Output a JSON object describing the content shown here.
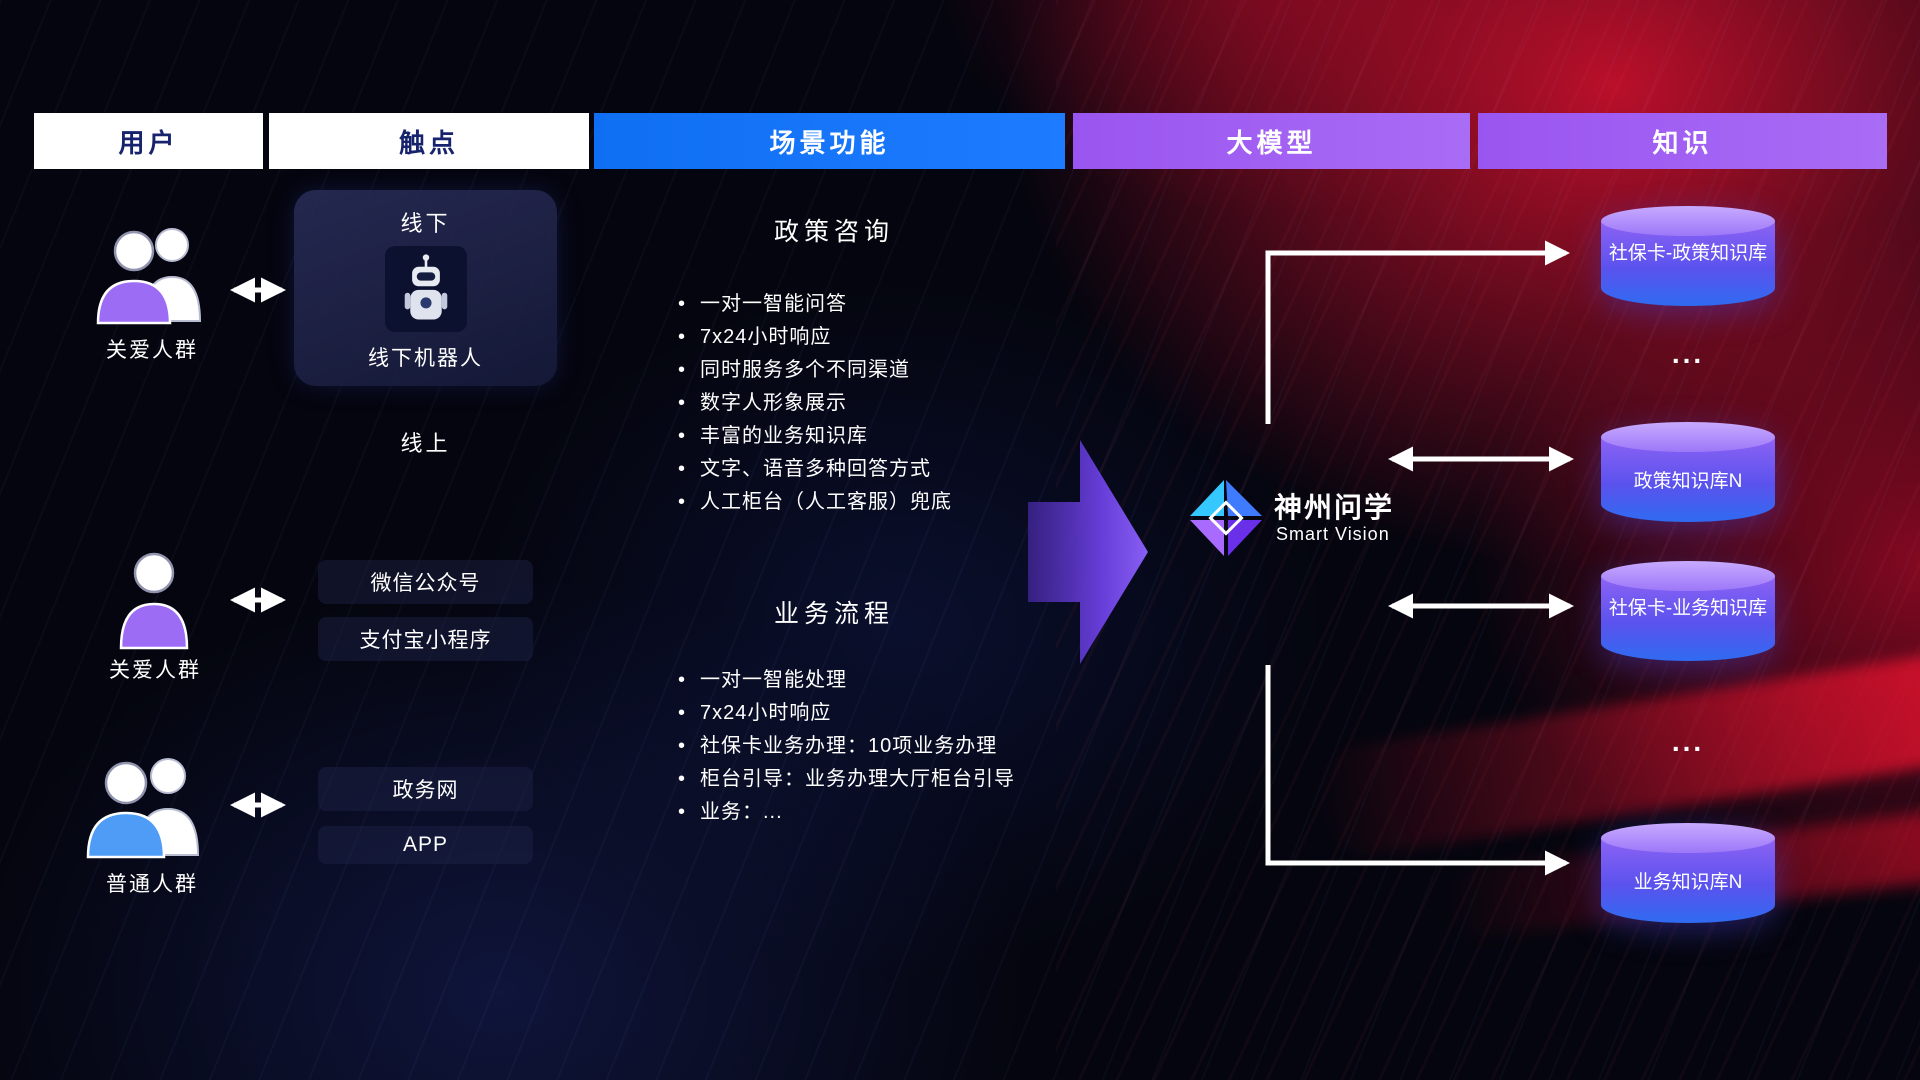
{
  "header": {
    "columns": [
      {
        "label": "用户"
      },
      {
        "label": "触点"
      },
      {
        "label": "场景功能"
      },
      {
        "label": "大模型"
      },
      {
        "label": "知识"
      }
    ]
  },
  "users": {
    "groups": [
      {
        "label": "关爱人群"
      },
      {
        "label": "关爱人群"
      },
      {
        "label": "普通人群"
      }
    ]
  },
  "touchpoints": {
    "offline_title": "线下",
    "offline_robot_label": "线下机器人",
    "online_title": "线上",
    "channels": [
      "微信公众号",
      "支付宝小程序",
      "政务网",
      "APP"
    ]
  },
  "scenarios": {
    "policy": {
      "title": "政策咨询",
      "items": [
        "一对一智能问答",
        "7x24小时响应",
        "同时服务多个不同渠道",
        "数字人形象展示",
        "丰富的业务知识库",
        "文字、语音多种回答方式",
        "人工柜台（人工客服）兜底"
      ]
    },
    "business": {
      "title": "业务流程",
      "items": [
        "一对一智能处理",
        "7x24小时响应",
        "社保卡业务办理：10项业务办理",
        "柜台引导：业务办理大厅柜台引导",
        "业务：..."
      ]
    }
  },
  "model": {
    "name": "神州问学",
    "subtitle": "Smart Vision"
  },
  "knowledge": {
    "db1": "社保卡-政策知识库",
    "ellipsis1": "...",
    "db2": "政策知识库N",
    "db3": "社保卡-业务知识库",
    "ellipsis2": "...",
    "db4": "业务知识库N"
  },
  "colors": {
    "blue_header": "#0f6ff3",
    "purple_header": "#9a55f0",
    "header_text_dark": "#17246d",
    "cylinder_top": "#c7aaff",
    "cylinder_body_bottom": "#2f6bf0",
    "big_arrow_purple": "#7c4dff",
    "background_red": "#c4102c",
    "background_blue": "#18225f",
    "arrow_white": "#ffffff"
  }
}
